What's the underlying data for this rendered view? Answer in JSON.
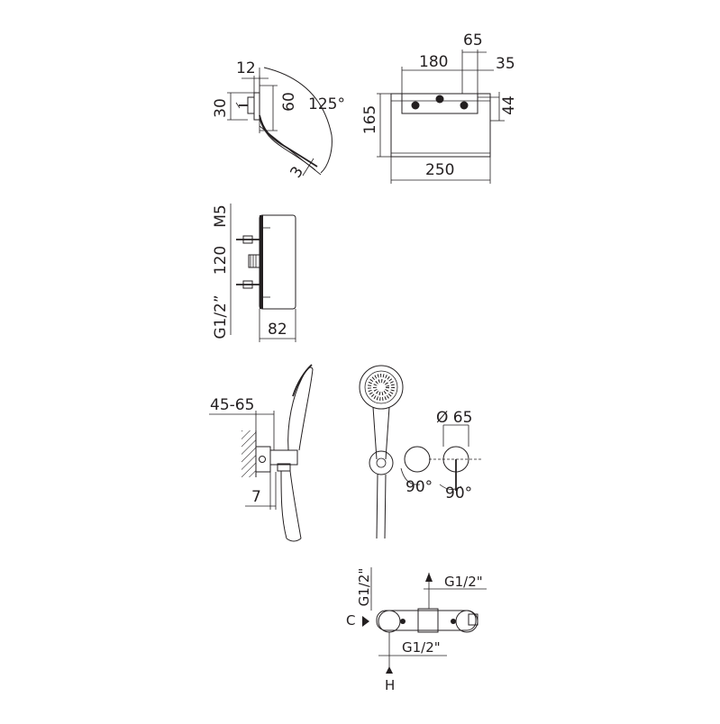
{
  "diagram": {
    "background": "#ffffff",
    "ink": "#231f20",
    "views": {
      "side_profile": {
        "labels": {
          "top_offset": "12",
          "height_small": "30",
          "height_large": "60",
          "angle": "125°",
          "corner": "3"
        }
      },
      "front_elevation": {
        "labels": {
          "spacing_top": "65",
          "width_inner": "180",
          "offset_right": "35",
          "height": "165",
          "depth_right": "44",
          "width_total": "250"
        }
      },
      "section_side": {
        "labels": {
          "screw": "M5",
          "spacing": "120",
          "thread": "G1/2”",
          "depth": "82"
        }
      },
      "wall_holder": {
        "labels": {
          "range": "45-65",
          "offset": "7"
        }
      },
      "shower_front": {
        "labels": {
          "diameter": "Ø 65",
          "angle_left": "90°",
          "angle_right": "90°"
        }
      },
      "mixer_bottom": {
        "labels": {
          "thread_left": "G1/2\"",
          "thread_right": "G1/2\"",
          "thread_bottom": "G1/2\"",
          "c_label": "C",
          "h_label": "H"
        }
      }
    }
  }
}
